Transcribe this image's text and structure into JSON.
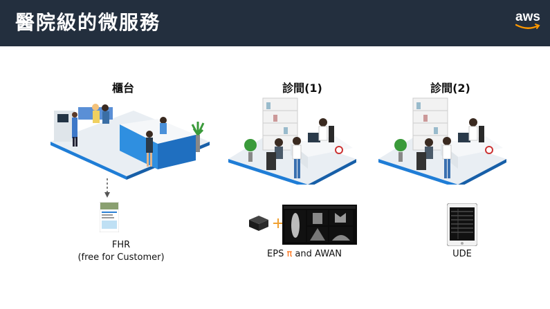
{
  "header": {
    "title": "醫院級的微服務",
    "logo_text": "aws"
  },
  "columns": [
    {
      "title": "櫃台",
      "caption_line1": "FHR",
      "caption_line2": "(free for Customer)"
    },
    {
      "title": "診間(1)",
      "caption_prefix": "EPS ",
      "caption_pi": "π",
      "caption_suffix": " and AWAN"
    },
    {
      "title": "診間(2)",
      "caption": "UDE"
    }
  ],
  "colors": {
    "header_bg": "#232f3e",
    "accent_blue": "#1f7dd6",
    "aws_orange": "#ff9900",
    "pi_orange": "#ff6600"
  }
}
